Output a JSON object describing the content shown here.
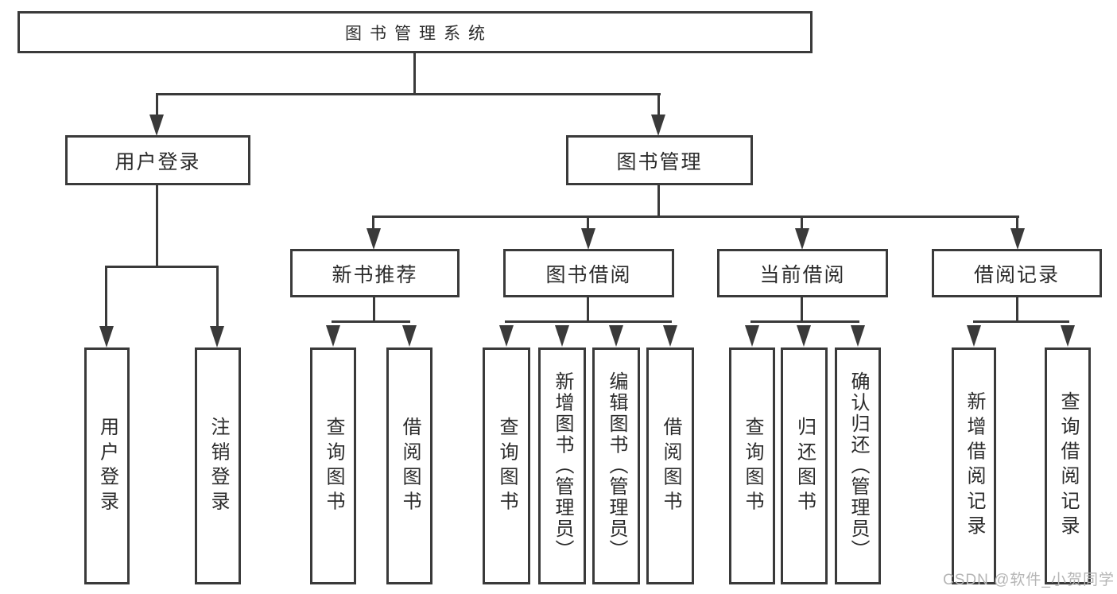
{
  "diagram": {
    "root": {
      "label": "图书管理系统",
      "children": [
        {
          "label": "用户登录",
          "children": [
            {
              "label": "用户登录"
            },
            {
              "label": "注销登录"
            }
          ]
        },
        {
          "label": "图书管理",
          "children": [
            {
              "label": "新书推荐",
              "children": [
                {
                  "label": "查询图书"
                },
                {
                  "label": "借阅图书"
                }
              ]
            },
            {
              "label": "图书借阅",
              "children": [
                {
                  "label": "查询图书"
                },
                {
                  "label": "新增图书（管理员）"
                },
                {
                  "label": "编辑图书（管理员）"
                },
                {
                  "label": "借阅图书"
                }
              ]
            },
            {
              "label": "当前借阅",
              "children": [
                {
                  "label": "查询图书"
                },
                {
                  "label": "归还图书"
                },
                {
                  "label": "确认归还（管理员）"
                }
              ]
            },
            {
              "label": "借阅记录",
              "children": [
                {
                  "label": "新增借阅记录"
                },
                {
                  "label": "查询借阅记录"
                }
              ]
            }
          ]
        }
      ]
    }
  },
  "watermark": {
    "text": "CSDN @软件_小贺同学"
  },
  "colors": {
    "line": "#3a3a3a",
    "text": "#2b2b2b",
    "watermark": "#b5b5b5",
    "background": "#ffffff"
  }
}
